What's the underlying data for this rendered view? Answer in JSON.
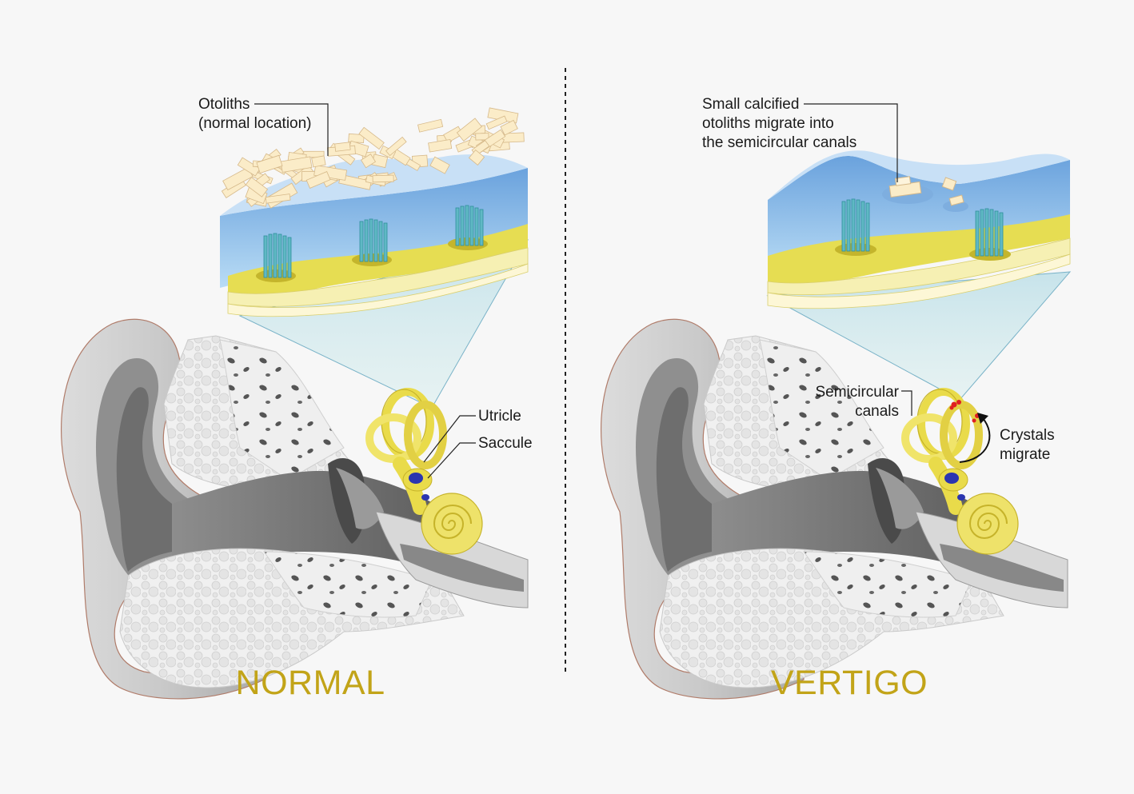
{
  "panels": {
    "normal": {
      "title": "NORMAL",
      "label_otoliths_line1": "Otoliths",
      "label_otoliths_line2": "(normal location)",
      "label_utricle": "Utricle",
      "label_saccule": "Saccule"
    },
    "vertigo": {
      "title": "VERTIGO",
      "label_calcified_line1": "Small calcified",
      "label_calcified_line2": "otoliths migrate into",
      "label_calcified_line3": "the semicircular canals",
      "label_canals_line1": "Semicircular",
      "label_canals_line2": "canals",
      "label_crystals_line1": "Crystals",
      "label_crystals_line2": "migrate"
    }
  },
  "colors": {
    "title": "#c2a418",
    "gel": "#9cc6ee",
    "membrane": "#e6dd52",
    "otolith": "#fbecc8",
    "hair_cells": "#5fb8c4",
    "labyrinth": "#e9db4a",
    "utricle_spot": "#2b35b0",
    "crystals": "#e02020",
    "ear_gray": "#bdbdbd"
  }
}
